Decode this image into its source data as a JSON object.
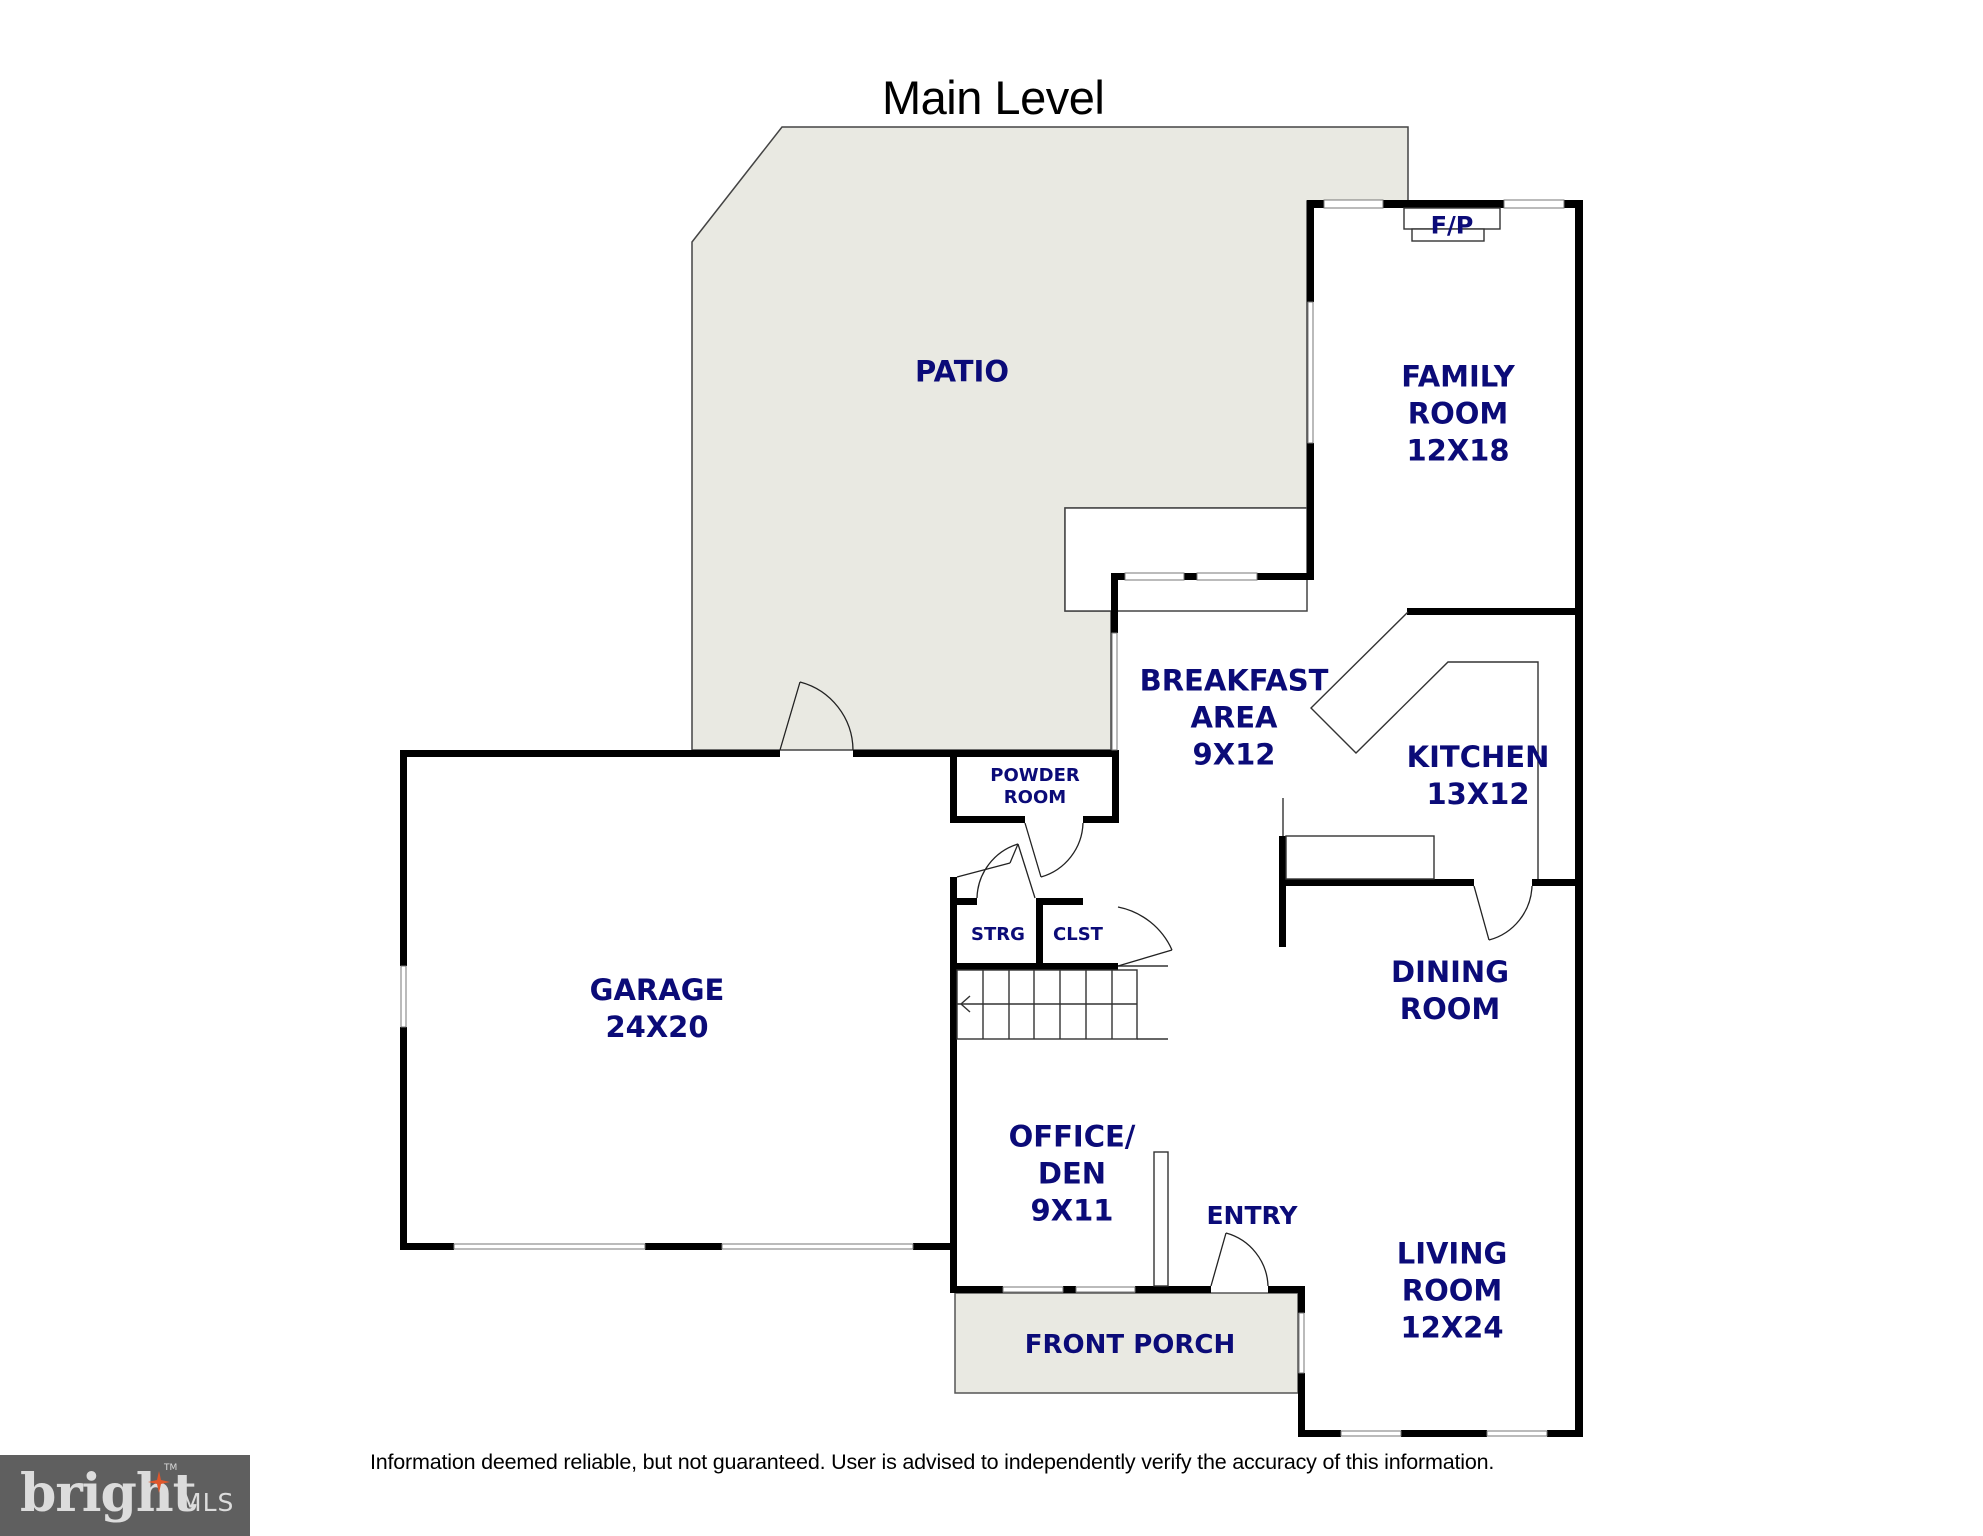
{
  "title": "Main Level",
  "colors": {
    "wall": "#000000",
    "label_text": "#0b0b78",
    "exterior_fill": "#e9e9e2",
    "logo_bg": "#5f5f5f",
    "logo_accent": "#e0562a"
  },
  "rooms": {
    "patio": {
      "lines": [
        "PATIO"
      ]
    },
    "family_room": {
      "lines": [
        "FAMILY",
        "ROOM",
        "12X18"
      ]
    },
    "fireplace": {
      "lines": [
        "F/P"
      ]
    },
    "breakfast_area": {
      "lines": [
        "BREAKFAST",
        "AREA",
        "9X12"
      ]
    },
    "kitchen": {
      "lines": [
        "KITCHEN",
        "13X12"
      ]
    },
    "powder_room": {
      "lines": [
        "POWDER",
        "ROOM"
      ]
    },
    "storage": {
      "lines": [
        "STRG"
      ]
    },
    "closet": {
      "lines": [
        "CLST"
      ]
    },
    "garage": {
      "lines": [
        "GARAGE",
        "24X20"
      ]
    },
    "dining_room": {
      "lines": [
        "DINING",
        "ROOM"
      ]
    },
    "office_den": {
      "lines": [
        "OFFICE/",
        "DEN",
        "9X11"
      ]
    },
    "entry": {
      "lines": [
        "ENTRY"
      ]
    },
    "living_room": {
      "lines": [
        "LIVING",
        "ROOM",
        "12X24"
      ]
    },
    "front_porch": {
      "lines": [
        "FRONT PORCH"
      ]
    }
  },
  "disclaimer": "Information deemed reliable, but not guaranteed.  User is advised to independently verify the accuracy of this information.",
  "logo": {
    "word": "bright",
    "suffix": "MLS",
    "trademark": "TM"
  }
}
